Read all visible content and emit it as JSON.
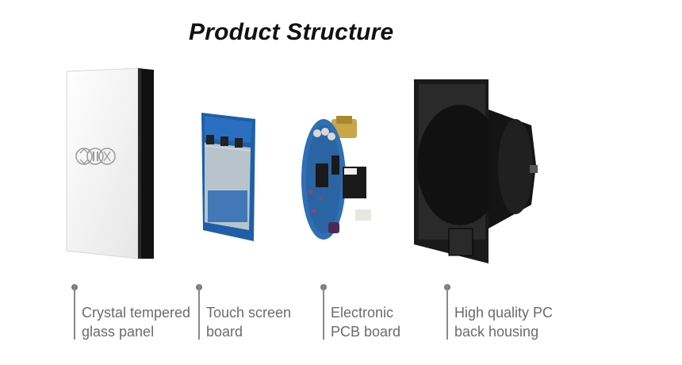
{
  "title": "Product Structure",
  "components": [
    {
      "line1": "Crystal tempered",
      "line2": "glass panel",
      "image_icon": "glass-panel-image"
    },
    {
      "line1": "Touch screen",
      "line2": "board",
      "image_icon": "touch-board-image"
    },
    {
      "line1": "Electronic",
      "line2": "PCB board",
      "image_icon": "pcb-board-image"
    },
    {
      "line1": "High quality PC",
      "line2": "back housing",
      "image_icon": "back-housing-image"
    }
  ],
  "panel_icons": [
    "open-icon",
    "pause-icon",
    "close-icon"
  ],
  "colors": {
    "panel": "#f4f4f4",
    "pcb_blue": "#2f6fb3",
    "housing": "#1c1c1c",
    "caption_text": "#6b6b6b"
  }
}
